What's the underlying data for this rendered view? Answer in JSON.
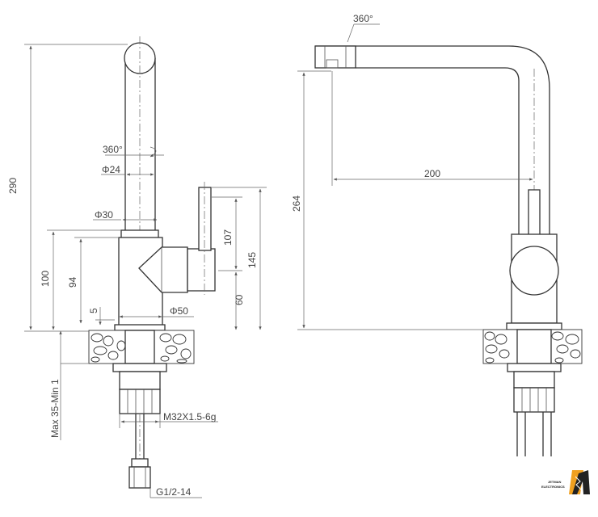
{
  "labels": {
    "rot_top": "360°",
    "rot_side": "360°",
    "d24": "Φ24",
    "d30": "Φ30",
    "d50": "Φ50",
    "h290": "290",
    "h100": "100",
    "h94": "94",
    "h5": "5",
    "h107": "107",
    "h145": "145",
    "h60": "60",
    "h264": "264",
    "w200": "200",
    "max_min": "Max 35-Min 1",
    "thread": "M32X1.5-6g",
    "hose": "G1/2-14"
  },
  "logo": {
    "line1": "JETMAN",
    "line2": "ELECTRONICS"
  }
}
